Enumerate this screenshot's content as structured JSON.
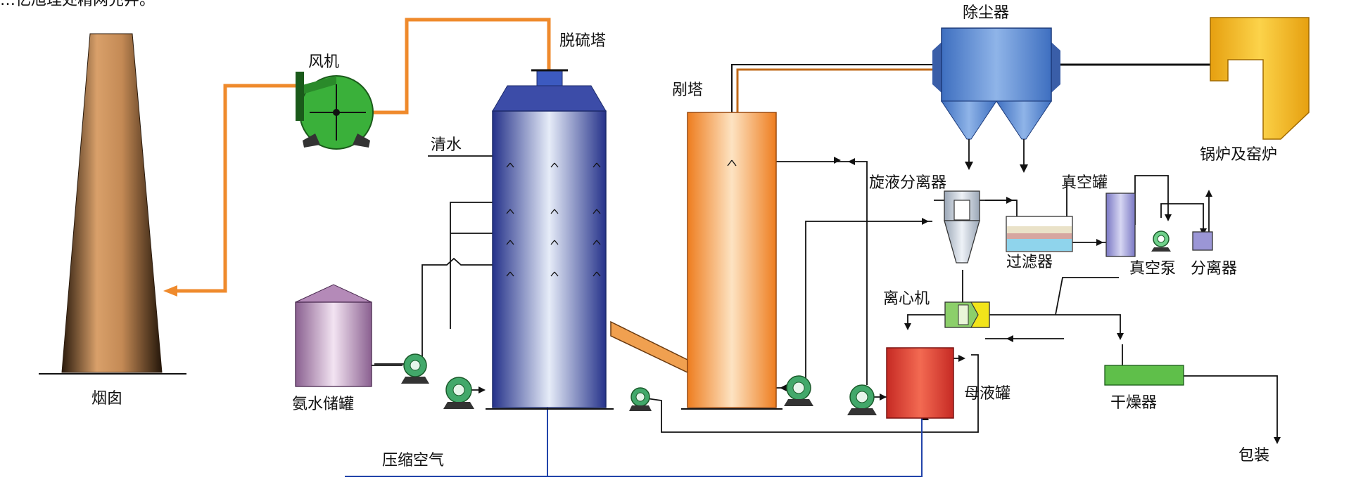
{
  "header": {
    "partial_text": "…亿旭理处精网充井。"
  },
  "labels": {
    "chimney": "烟囱",
    "fan": "风机",
    "desulfurization_tower": "脱硫塔",
    "clean_water": "清水",
    "stripping_tower": "剐塔",
    "dust_collector": "除尘器",
    "boiler": "锅炉及窑炉",
    "cyclone": "旋液分离器",
    "vacuum_tank": "真空罐",
    "filter": "过滤器",
    "vacuum_pump": "真空泵",
    "separator": "分离器",
    "centrifuge": "离心机",
    "ammonia_tank": "氨水储罐",
    "mother_liquor_tank": "母液罐",
    "dryer": "干燥器",
    "compressed_air": "压缩空气",
    "packaging": "包装"
  },
  "colors": {
    "flue_pipe": "#ef8a2c",
    "tower_blue": "#2f3f9c",
    "stripper_orange": "#f08a2a",
    "dust_collector_blue": "#4f86cf",
    "boiler_yellow": "#f5b71a",
    "fan_green": "#3ab03a",
    "pump_green": "#2e9a55",
    "mother_tank_red": "#d92e2a",
    "dryer_green": "#57b848",
    "centrifuge_yellow": "#f2e41a",
    "air_line": "#2244aa"
  }
}
